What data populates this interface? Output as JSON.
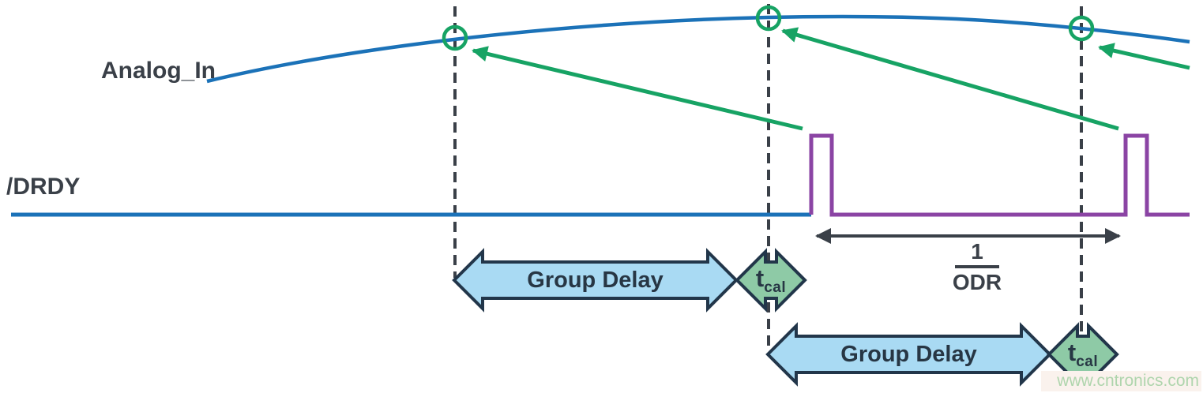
{
  "diagram": {
    "signals": {
      "analog_label": "Analog_In",
      "drdy_label": "/DRDY"
    },
    "annotations": {
      "group_delay": "Group Delay",
      "tcal_base": "t",
      "tcal_sub": "cal",
      "odr_numerator": "1",
      "odr_denominator": "ODR"
    },
    "watermark": "www.cntronics.com",
    "structure": {
      "sample_markers": 3,
      "drdy_pulses": 2,
      "group_delay_spans": 2,
      "tcal_spans": 2,
      "odr_span_label": "1/ODR"
    },
    "colors": {
      "analog_curve": "#1B72B8",
      "drdy_trace": "#8B44A4",
      "sample_green": "#17A364",
      "group_delay_fill": "#A9DAF3",
      "tcal_fill": "#8ECAA6",
      "shape_outline": "#22364A",
      "text_dark": "#3A4048",
      "watermark_green": "#AFD5AD"
    }
  }
}
